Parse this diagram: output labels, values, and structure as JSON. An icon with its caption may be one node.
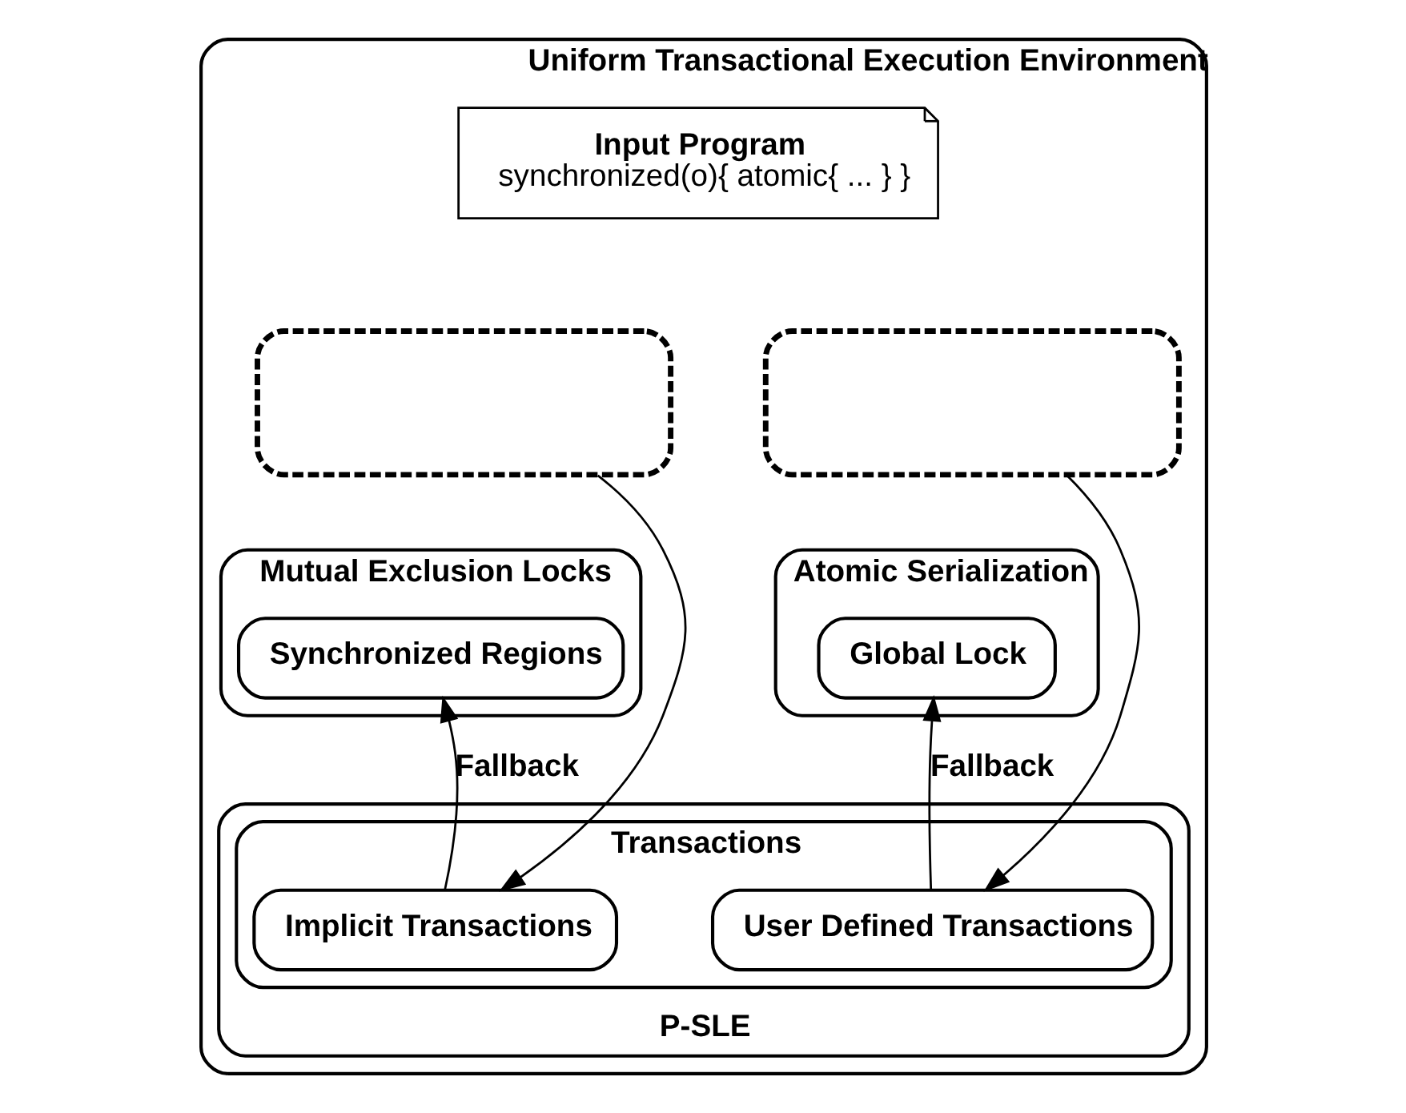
{
  "diagram": {
    "nodes": [
      {
        "text": [
          "Uniform Transactional Execution Environment"
        ]
      },
      {
        "text": [
          "Input Program",
          "synchronized(o){ atomic{ ... } }"
        ],
        "in": 0
      },
      {
        "text": [],
        "shape": "box",
        "in": 0
      },
      {
        "text": [],
        "shape": "box",
        "in": 0
      },
      {
        "text": [
          "Atomic Serialization"
        ],
        "in": 0
      },
      {
        "text": [
          "Mutual Exclusion Locks"
        ],
        "in": 0
      },
      {
        "text": [
          "Synchronized Regions"
        ],
        "in": 5
      },
      {
        "text": [
          "Global Lock"
        ],
        "in": 4
      },
      {
        "text": [
          "P-SLE"
        ],
        "in": 0
      },
      {
        "text": [
          "Transactions"
        ],
        "in": 8
      },
      {
        "text": [
          "Implicit Transactions"
        ],
        "in": 9
      },
      {
        "text": [
          "User Defined Transactions"
        ],
        "in": 9
      }
    ],
    "edges": [
      {
        "from": 2,
        "to": 10,
        "arrow": "to"
      },
      {
        "from": 3,
        "to": 11,
        "arrow": "to"
      },
      {
        "from": 10,
        "to": 6,
        "arrow": "to",
        "label": "Fallback"
      },
      {
        "from": 11,
        "to": 7,
        "arrow": "to",
        "label": "Fallback"
      }
    ]
  }
}
